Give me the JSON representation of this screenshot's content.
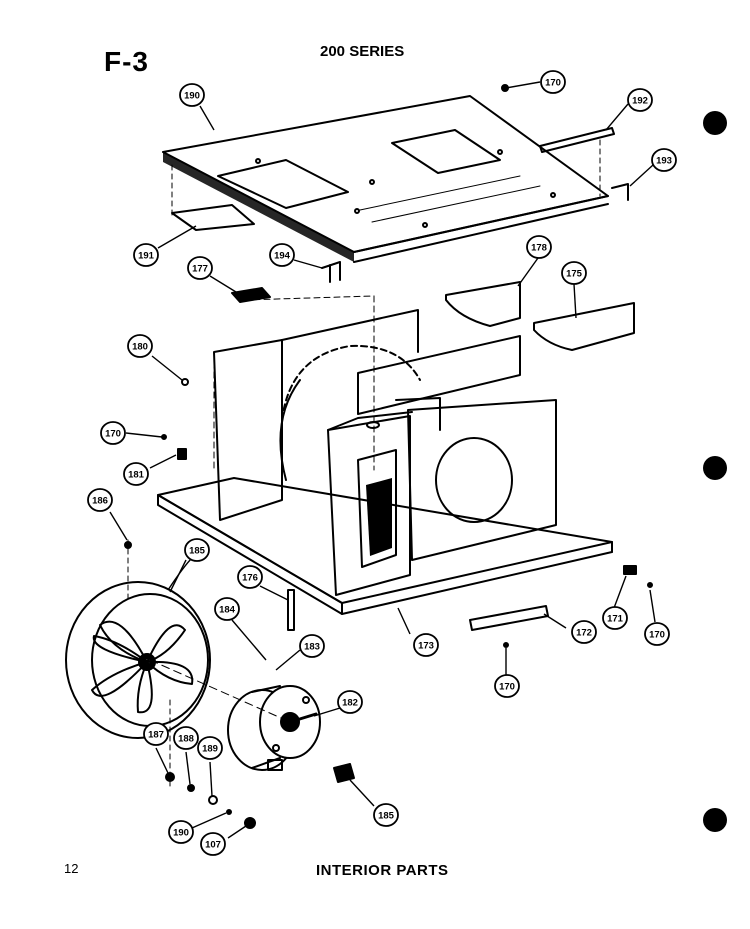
{
  "header": {
    "figure_id": "F-3",
    "series": "200 SERIES"
  },
  "footer": {
    "page_number": "12",
    "title": "INTERIOR PARTS"
  },
  "callouts": [
    {
      "id": "c190a",
      "label": "190"
    },
    {
      "id": "c170a",
      "label": "170"
    },
    {
      "id": "c192",
      "label": "192"
    },
    {
      "id": "c193",
      "label": "193"
    },
    {
      "id": "c191",
      "label": "191"
    },
    {
      "id": "c177",
      "label": "177"
    },
    {
      "id": "c194",
      "label": "194"
    },
    {
      "id": "c178",
      "label": "178"
    },
    {
      "id": "c175",
      "label": "175"
    },
    {
      "id": "c180",
      "label": "180"
    },
    {
      "id": "c170b",
      "label": "170"
    },
    {
      "id": "c181",
      "label": "181"
    },
    {
      "id": "c186",
      "label": "186"
    },
    {
      "id": "c185",
      "label": "185"
    },
    {
      "id": "c176",
      "label": "176"
    },
    {
      "id": "c184",
      "label": "184"
    },
    {
      "id": "c183",
      "label": "183"
    },
    {
      "id": "c173",
      "label": "173"
    },
    {
      "id": "c172",
      "label": "172"
    },
    {
      "id": "c171",
      "label": "171"
    },
    {
      "id": "c170c",
      "label": "170"
    },
    {
      "id": "c170d",
      "label": "170"
    },
    {
      "id": "c182",
      "label": "182"
    },
    {
      "id": "c187",
      "label": "187"
    },
    {
      "id": "c188",
      "label": "188"
    },
    {
      "id": "c189",
      "label": "189"
    },
    {
      "id": "c190b",
      "label": "190"
    },
    {
      "id": "c107",
      "label": "107"
    },
    {
      "id": "c185b",
      "label": "185"
    }
  ]
}
